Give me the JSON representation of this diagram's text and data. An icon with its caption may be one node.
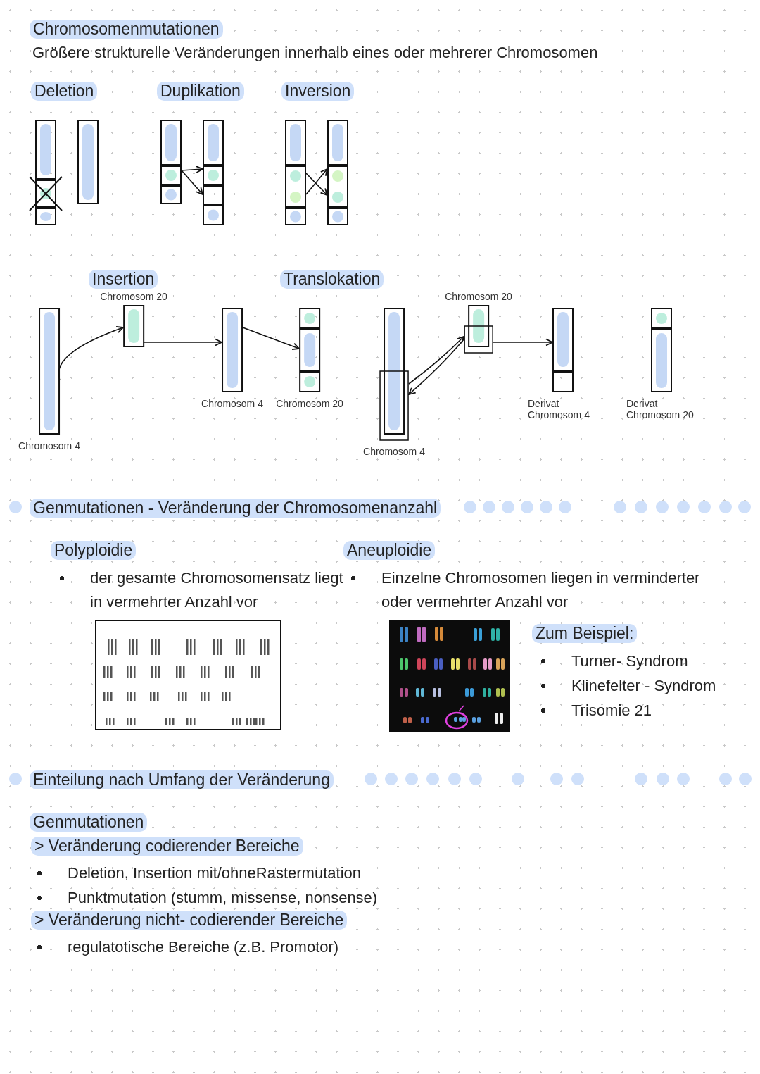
{
  "diagram": {
    "title": "Chromosomenmutationen",
    "nodes": [
      {
        "text": [],
        "shape": "bar"
      },
      {
        "text": [],
        "shape": "bar"
      },
      {
        "text": [],
        "shape": "bar"
      },
      {
        "text": [],
        "shape": "bar"
      },
      {
        "text": [],
        "shape": "bar"
      },
      {
        "text": [],
        "shape": "bar"
      },
      {
        "text": [
          "Chromosom 4"
        ]
      },
      {
        "text": [
          "Chromosom 20"
        ]
      },
      {
        "text": [
          "Chromosom 4"
        ]
      },
      {
        "text": [
          "Chromosom 20"
        ]
      },
      {
        "text": [
          "Chromosom 4"
        ]
      },
      {
        "text": [
          "Chromosom 20"
        ]
      },
      {
        "text": [
          "Derivat Chromosom 4"
        ]
      },
      {
        "text": [
          "Derivat Chromosom 20"
        ]
      }
    ],
    "edges": [
      {
        "from": 2,
        "to": 3,
        "arrow": "to"
      },
      {
        "from": 2,
        "to": 3,
        "arrow": "to"
      },
      {
        "from": 4,
        "to": 5,
        "arrow": "to"
      },
      {
        "from": 4,
        "to": 5,
        "arrow": "to"
      },
      {
        "from": 6,
        "to": 7,
        "arrow": "to"
      },
      {
        "from": 7,
        "to": 8,
        "arrow": "to"
      },
      {
        "from": 8,
        "to": 9,
        "arrow": "to"
      },
      {
        "from": 10,
        "to": 11,
        "arrow": "to"
      },
      {
        "from": 11,
        "to": 10,
        "arrow": "to"
      },
      {
        "from": 11,
        "to": 12,
        "arrow": "to"
      }
    ],
    "labels": [
      "Größere strukturelle Veränderungen innerhalb eines oder mehrerer Chromosomen",
      "Deletion",
      "Duplikation",
      "Inversion",
      "Insertion",
      "Translokation",
      "Genmutationen - Veränderung der Chromosomenanzahl",
      "Polyploidie",
      "der gesamte Chromosomensatz liegt in vermehrter Anzahl vor",
      "Aneuploidie",
      "Einzelne Chromosomen liegen in verminderter oder vermehrter Anzahl vor",
      "Zum Beispiel:",
      "Turner- Syndrom",
      "Klinefelter - Syndrom",
      "Trisomie 21",
      "Einteilung nach Umfang der Veränderung",
      "Genmutationen",
      "> Veränderung codierender Bereiche",
      "Deletion, Insertion mit/ohneRastermutation",
      "Punktmutation (stumm, missense, nonsense)",
      "> Veränderung nicht- codierender Bereiche",
      "regulatotische Bereiche (z.B. Promotor)"
    ]
  }
}
